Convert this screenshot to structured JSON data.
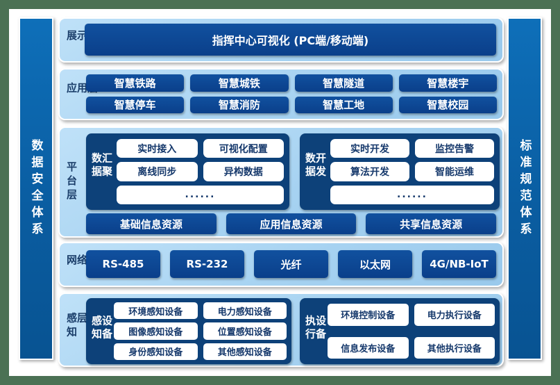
{
  "colors": {
    "frame_green": "#4b7154",
    "panel_light_blue": "#a6d2f1",
    "block_dark_blue": "#0d4796",
    "group_navy": "#0d4179",
    "side_bar_blue": "#0a62a8"
  },
  "side_bars": {
    "left": "数据安全体系",
    "right": "标准规范体系"
  },
  "layers": [
    {
      "label": "展示层",
      "title": "指挥中心可视化 (PC端/移动端)"
    },
    {
      "label": "应用层",
      "apps": [
        "智慧铁路",
        "智慧城铁",
        "智慧隧道",
        "智慧楼宇",
        "智慧停车",
        "智慧消防",
        "智慧工地",
        "智慧校园"
      ]
    },
    {
      "label": "平台层",
      "groups": [
        {
          "name": "数据汇聚",
          "items": [
            "实时接入",
            "可视化配置",
            "离线同步",
            "异构数据",
            "......"
          ]
        },
        {
          "name": "数据开发",
          "items": [
            "实时开发",
            "监控告警",
            "算法开发",
            "智能运维",
            "......"
          ]
        }
      ],
      "resources": [
        "基础信息资源",
        "应用信息资源",
        "共享信息资源"
      ]
    },
    {
      "label": "网络层",
      "items": [
        "RS-485",
        "RS-232",
        "光纤",
        "以太网",
        "4G/NB-IoT"
      ]
    },
    {
      "label": "感知层",
      "groups": [
        {
          "name": "感知设备",
          "items": [
            "环境感知设备",
            "电力感知设备",
            "图像感知设备",
            "位置感知设备",
            "身份感知设备",
            "其他感知设备"
          ]
        },
        {
          "name": "执行设备",
          "items": [
            "环境控制设备",
            "电力执行设备",
            "信息发布设备",
            "其他执行设备"
          ]
        }
      ]
    }
  ]
}
